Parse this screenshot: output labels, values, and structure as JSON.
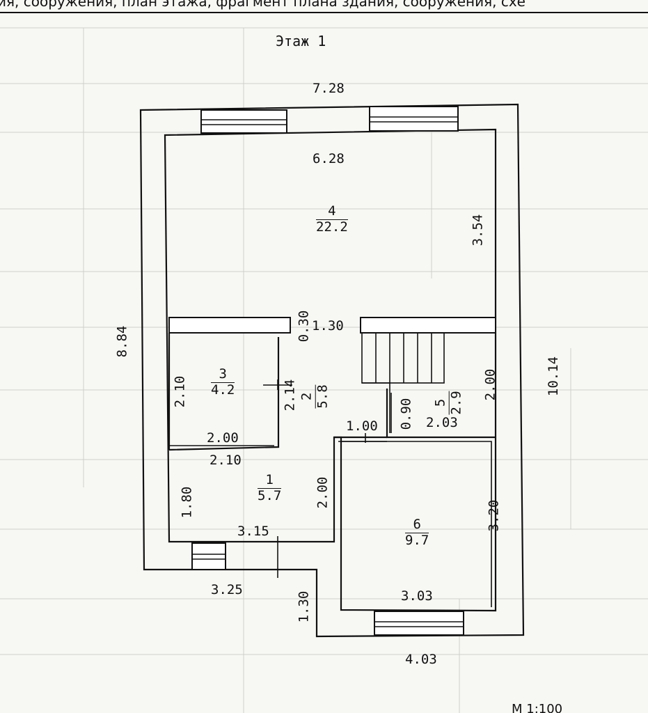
{
  "header": {
    "text": "ия, сооружения, план этажа, фрагмент плана здания, сооружения, схе"
  },
  "floor_title": "Этаж 1",
  "scale_text": "М     1:100",
  "dimensions": {
    "overall_top_width": "7.28",
    "room4_width": "6.28",
    "room4_height": "3.54",
    "left_total_height": "8.84",
    "right_total_height": "10.14",
    "stair_gap_width": "1.30",
    "partition_thickness": "0.30",
    "room3_height": "2.10",
    "room3_width": "2.00",
    "corridor_height": "2.14",
    "room1_top_width": "2.10",
    "room1_height": "1.80",
    "room1_right_height": "2.00",
    "room1_bottom_width": "3.15",
    "entry_width": "3.25",
    "entry_depth": "1.30",
    "door_width": "1.00",
    "room5_depth": "0.90",
    "room5_width": "2.03",
    "room5_height": "2.00",
    "room6_height": "3.20",
    "room6_width": "3.03",
    "bottom_total_width": "4.03"
  },
  "rooms": [
    {
      "id": "4",
      "area": "22.2"
    },
    {
      "id": "3",
      "area": "4.2"
    },
    {
      "id": "2",
      "area": "5.8"
    },
    {
      "id": "5",
      "area": "2.9"
    },
    {
      "id": "1",
      "area": "5.7"
    },
    {
      "id": "6",
      "area": "9.7"
    }
  ]
}
